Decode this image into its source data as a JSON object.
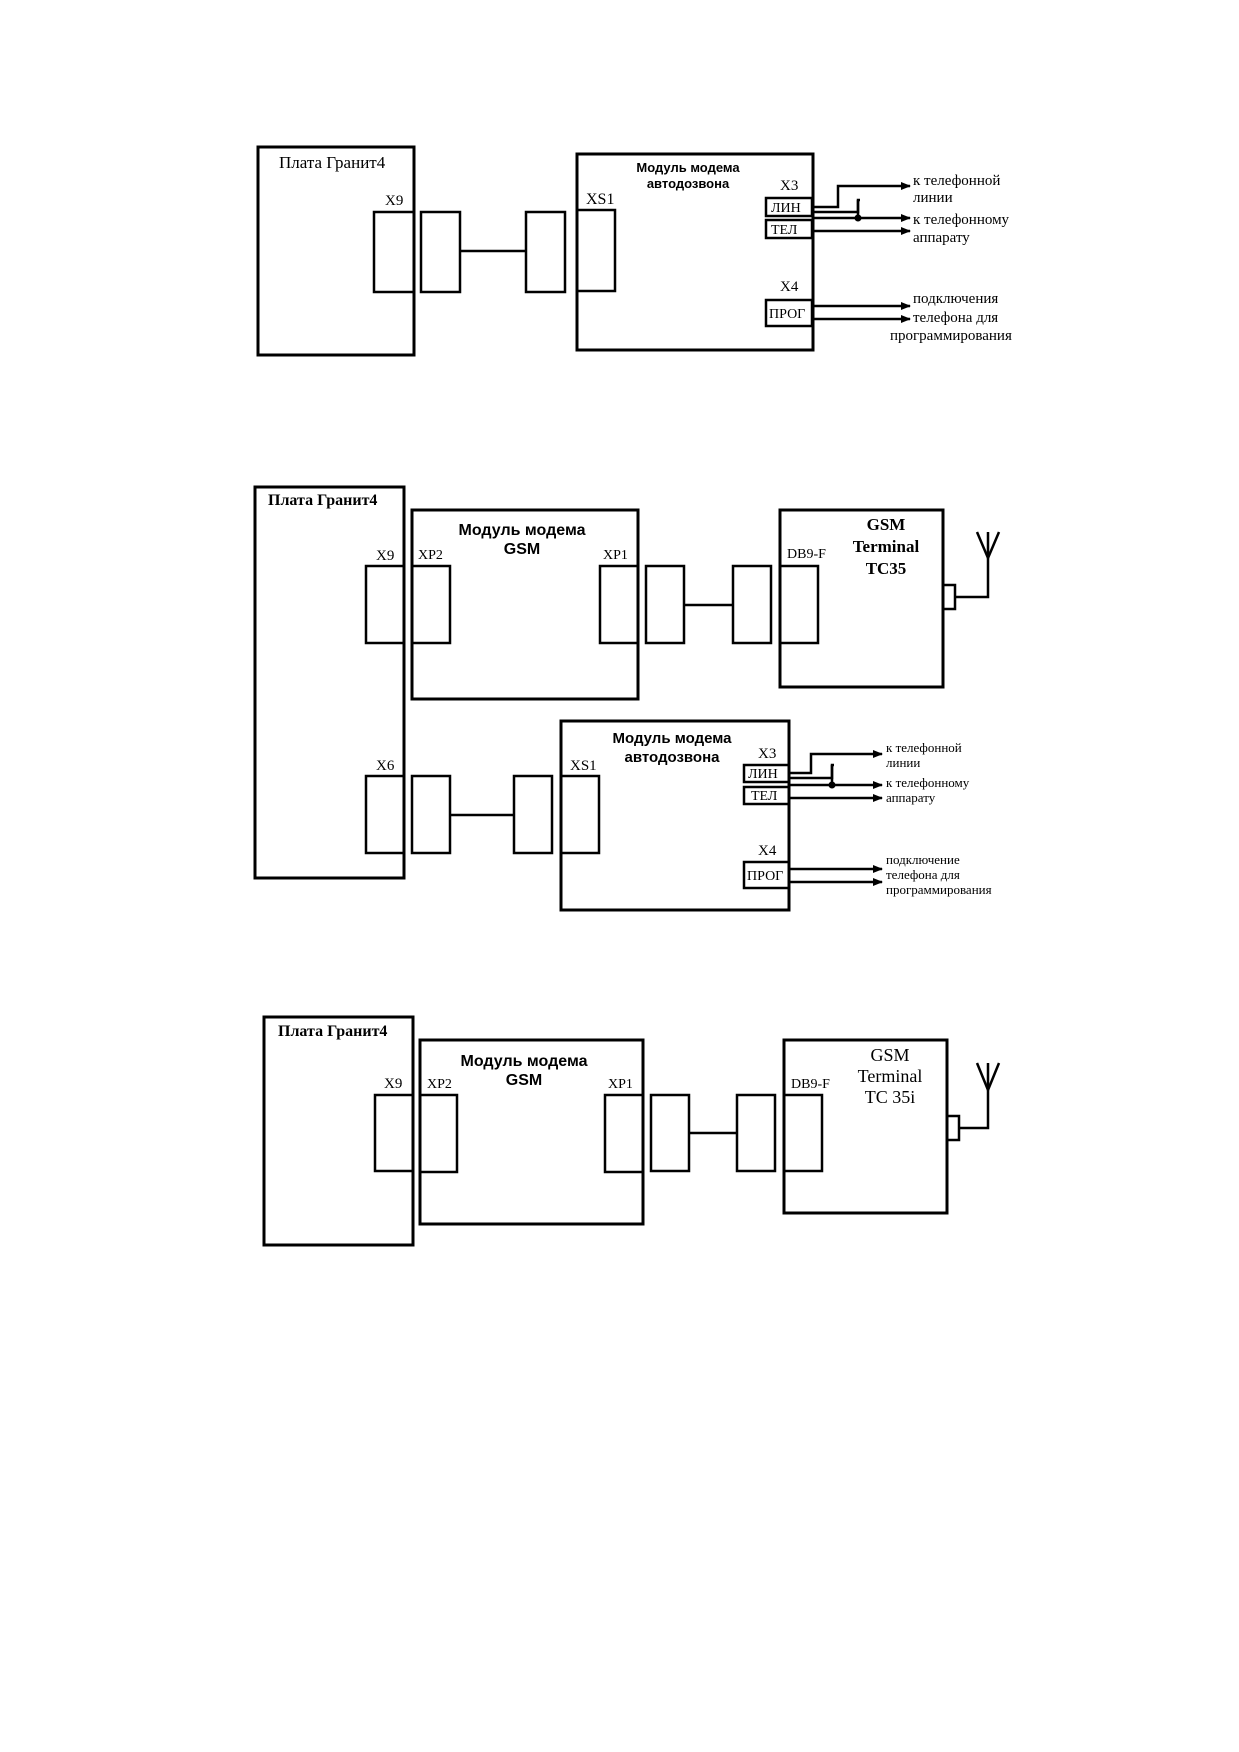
{
  "diagram1": {
    "board_title": "Плата Гранит4",
    "board_connector": "X9",
    "modem_title_line1": "Модуль модема",
    "modem_title_line2": "автодозвона",
    "modem_connector": "XS1",
    "x3": "X3",
    "lin": "ЛИН",
    "tel": "ТЕЛ",
    "x4": "X4",
    "prog": "ПРОГ",
    "out_line1a": "к телефонной",
    "out_line1b": "линии",
    "out_phone_a": "к телефонному",
    "out_phone_b": "аппарату",
    "out_prog_a": "подключения",
    "out_prog_b": "телефона для",
    "out_prog_c": "программирования"
  },
  "diagram2": {
    "board_title": "Плата Гранит4",
    "board_connector_top": "X9",
    "board_connector_bottom": "X6",
    "gsm_modem_line1": "Модуль модема",
    "gsm_modem_line2": "GSM",
    "xp2": "XP2",
    "xp1": "XP1",
    "db9": "DB9-F",
    "terminal_line1": "GSM",
    "terminal_line2": "Terminal",
    "terminal_line3": "TC35",
    "modem_title_line1": "Модуль модема",
    "modem_title_line2": "автодозвона",
    "modem_connector": "XS1",
    "x3": "X3",
    "lin": "ЛИН",
    "tel": "ТЕЛ",
    "x4": "X4",
    "prog": "ПРОГ",
    "out_line1a": "к телефонной",
    "out_line1b": "линии",
    "out_phone_a": "к телефонному",
    "out_phone_b": "аппарату",
    "out_prog_a": "подключение",
    "out_prog_b": "телефона для",
    "out_prog_c": "программирования"
  },
  "diagram3": {
    "board_title": "Плата Гранит4",
    "board_connector": "X9",
    "gsm_modem_line1": "Модуль модема",
    "gsm_modem_line2": "GSM",
    "xp2": "XP2",
    "xp1": "XP1",
    "db9": "DB9-F",
    "terminal_line1": "GSM",
    "terminal_line2": "Terminal",
    "terminal_line3": "TC 35i"
  }
}
